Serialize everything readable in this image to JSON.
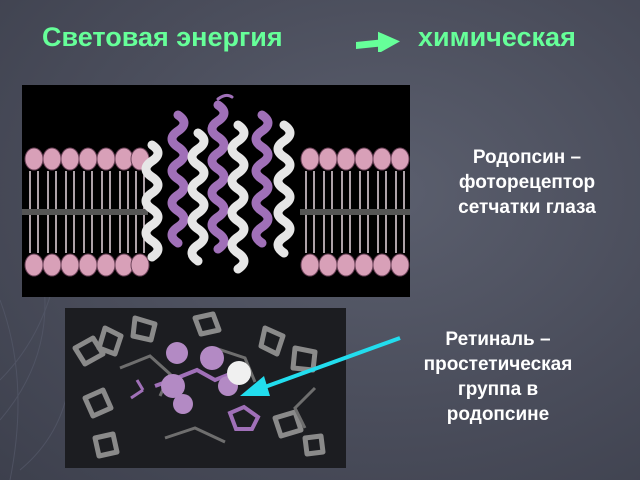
{
  "slide": {
    "title_left": "Световая энергия",
    "title_right": "химическая",
    "caption_rhodopsin": [
      "Родопсин –",
      "фоторецептор",
      "сетчатки глаза"
    ],
    "caption_retinal": [
      "Ретиналь –",
      "простетическая",
      "группа в",
      "родопсине"
    ]
  },
  "colors": {
    "title": "#66ff99",
    "caption": "#ffffff",
    "pointer_arrow": "#22ddee",
    "helix_purple": "#a070b8",
    "helix_white": "#e6e6e6"
  }
}
